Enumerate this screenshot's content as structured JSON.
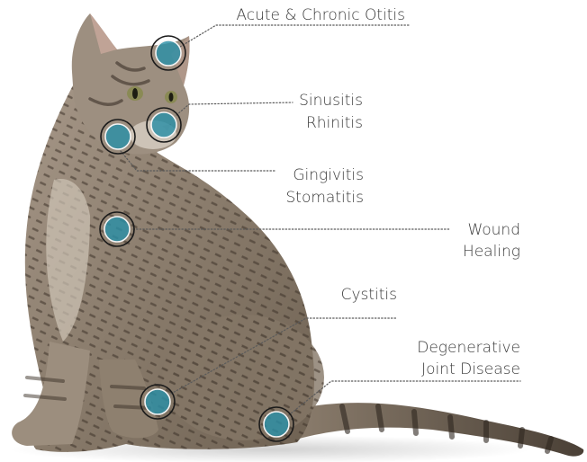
{
  "conditions": [
    {
      "lines": [
        "Acute & Chronic Otitis"
      ]
    },
    {
      "lines": [
        "Sinusitis",
        "Rhinitis"
      ]
    },
    {
      "lines": [
        "Gingivitis",
        "Stomatitis"
      ]
    },
    {
      "lines": [
        "Wound",
        "Healing"
      ]
    },
    {
      "lines": [
        "Cystitis"
      ]
    },
    {
      "lines": [
        "Degenerative",
        "Joint Disease"
      ]
    }
  ],
  "colors": {
    "marker_fill": "#2b8fa6",
    "text": "#3a3a3a",
    "leader": "#5a5a5a"
  }
}
